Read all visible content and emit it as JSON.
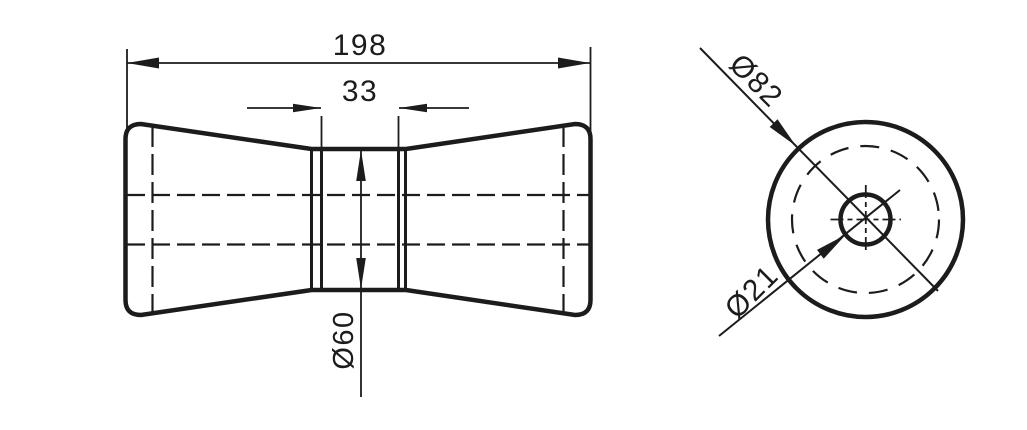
{
  "colors": {
    "background": "#ffffff",
    "line": "#1c1c1c"
  },
  "side_view": {
    "length_dim": "198",
    "length_value": 198,
    "hub_width_dim": "33",
    "hub_width_value": 33,
    "hub_diameter_dim": "Ø60",
    "hub_diameter_value": 60
  },
  "end_view": {
    "outer_diameter_dim": "Ø82",
    "outer_diameter_value": 82,
    "bore_diameter_dim": "Ø21",
    "bore_diameter_value": 21
  }
}
